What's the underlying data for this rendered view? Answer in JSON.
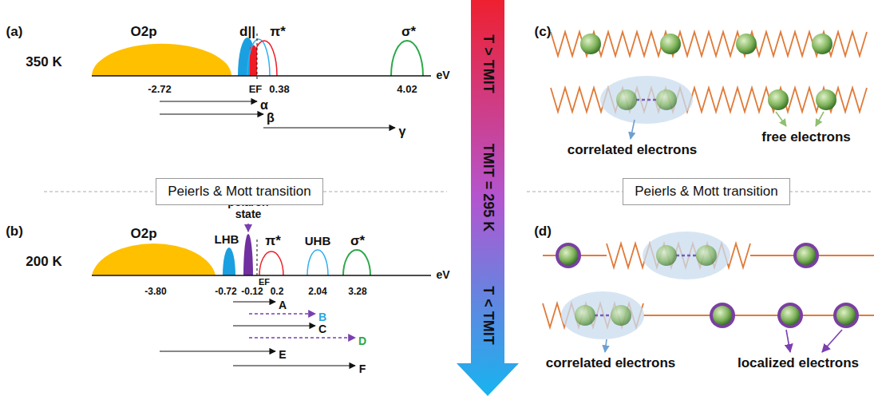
{
  "diagram": {
    "nodes": [
      {
        "text": [
          "Peierls & Mott transition"
        ]
      },
      {
        "text": [
          "Peierls & Mott transition"
        ]
      }
    ],
    "labels": [
      "(a)",
      "O2p",
      "d||",
      "π*",
      "σ*",
      "350 K",
      "-2.72",
      "EF",
      "0.38",
      "4.02",
      "eV",
      "α",
      "β",
      "γ",
      "(b)",
      "O2p",
      "LHB",
      "polaron state",
      "π*",
      "UHB",
      "σ*",
      "200 K",
      "-3.80",
      "-0.72",
      "-0.12",
      "EF",
      "0.2",
      "2.04",
      "3.28",
      "eV",
      "A",
      "B",
      "C",
      "D",
      "E",
      "F",
      "T > TMIT",
      "TMIT = 295 K",
      "T < TMIT",
      "(c)",
      "correlated electrons",
      "free electrons",
      "(d)",
      "correlated electrons",
      "localized electrons"
    ]
  }
}
